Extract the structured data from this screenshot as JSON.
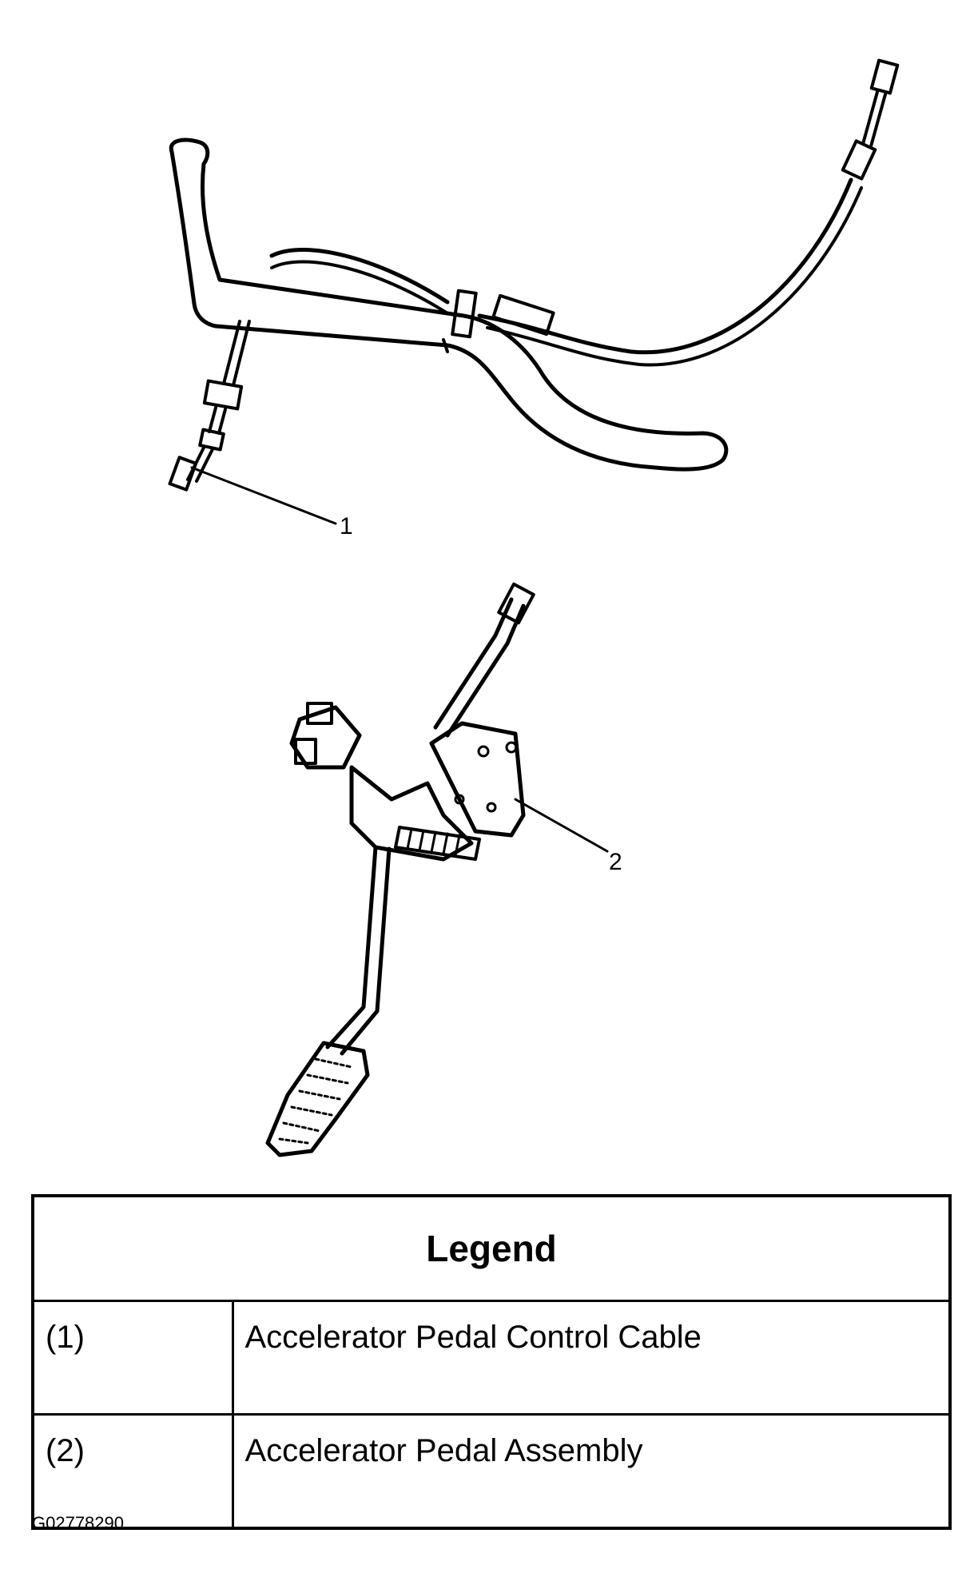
{
  "callouts": [
    "1",
    "2"
  ],
  "legend": {
    "title": "Legend",
    "rows": [
      {
        "key": "(1)",
        "description": "Accelerator Pedal Control Cable"
      },
      {
        "key": "(2)",
        "description": "Accelerator Pedal Assembly"
      }
    ]
  },
  "figure_id": "G02778290"
}
